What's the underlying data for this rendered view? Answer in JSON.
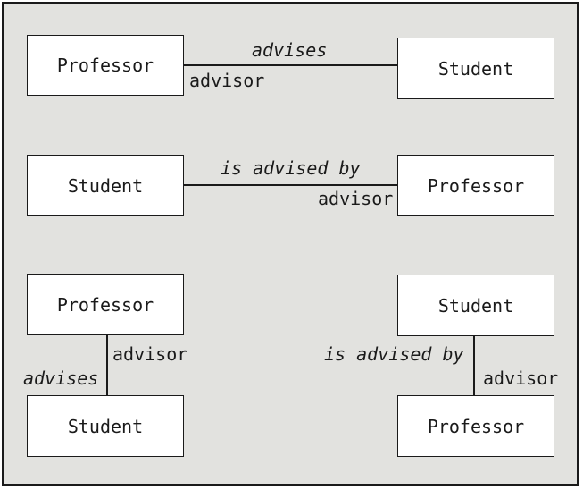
{
  "diagram": {
    "rows": [
      {
        "left_box": "Professor",
        "right_box": "Student",
        "relationship": "advises",
        "role": "advisor"
      },
      {
        "left_box": "Student",
        "right_box": "Professor",
        "relationship": "is advised by",
        "role": "advisor"
      }
    ],
    "vertical_left": {
      "top_box": "Professor",
      "bottom_box": "Student",
      "role": "advisor",
      "relationship": "advises"
    },
    "vertical_right": {
      "top_box": "Student",
      "bottom_box": "Professor",
      "relationship": "is advised by",
      "role": "advisor"
    }
  }
}
